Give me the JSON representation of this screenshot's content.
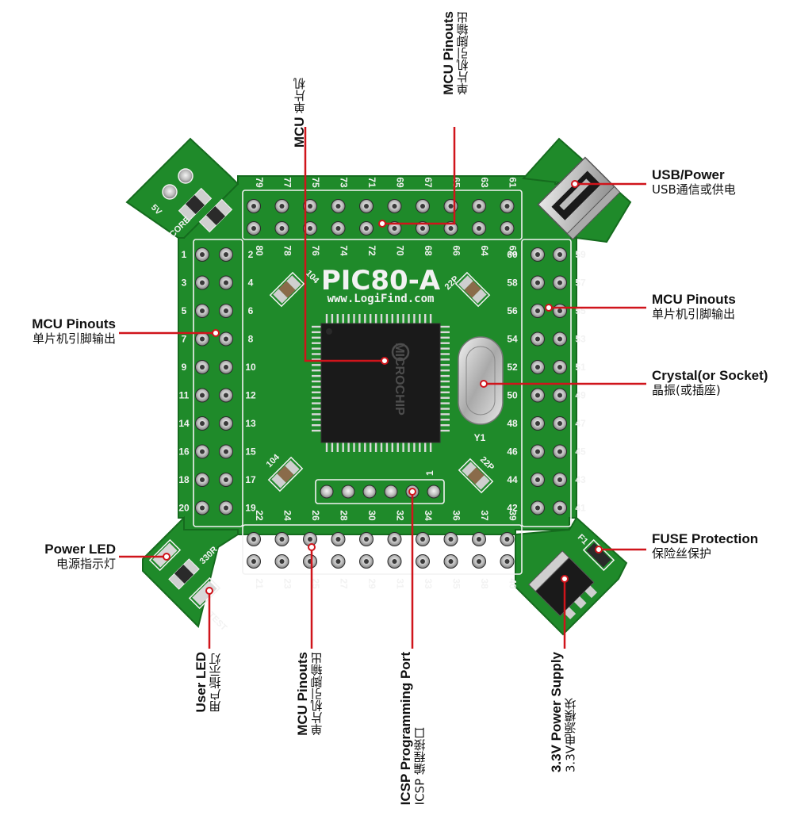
{
  "board": {
    "title": "PIC80-A",
    "url": "www.LogiFind.com",
    "chip_brand": "MICROCHIP",
    "silk": {
      "core": "CORE",
      "r330": "330R",
      "test": "TEST",
      "c104_top": "104",
      "c104_bottom": "104",
      "c22p_top": "22P",
      "c22p_bottom": "22P",
      "y1": "Y1",
      "f1": "F1",
      "vdd": "5V",
      "icsp_pin": "1"
    },
    "pins": {
      "top_upper": [
        "79",
        "77",
        "75",
        "73",
        "71",
        "69",
        "67",
        "65",
        "63",
        "61"
      ],
      "top_lower": [
        "80",
        "78",
        "76",
        "74",
        "72",
        "70",
        "68",
        "66",
        "64",
        "62"
      ],
      "left_outer": [
        "1",
        "3",
        "5",
        "7",
        "9",
        "11",
        "14",
        "16",
        "18",
        "20"
      ],
      "left_inner": [
        "2",
        "4",
        "6",
        "8",
        "10",
        "12",
        "13",
        "15",
        "17",
        "19"
      ],
      "right_inner": [
        "60",
        "58",
        "56",
        "54",
        "52",
        "50",
        "48",
        "46",
        "44",
        "42"
      ],
      "right_outer": [
        "59",
        "57",
        "55",
        "53",
        "51",
        "49",
        "47",
        "45",
        "43",
        "41"
      ],
      "bottom_upper": [
        "22",
        "24",
        "26",
        "28",
        "30",
        "32",
        "34",
        "36",
        "37",
        "39"
      ],
      "bottom_lower": [
        "21",
        "23",
        "25",
        "27",
        "29",
        "31",
        "33",
        "35",
        "38",
        "40"
      ]
    }
  },
  "labels": {
    "mcu_top": {
      "en": "MCU",
      "zh": "单片机"
    },
    "mcu_pinouts_top": {
      "en": "MCU Pinouts",
      "zh": "单片机引脚输出"
    },
    "usb_power": {
      "en": "USB/Power",
      "zh": "USB通信或供电"
    },
    "mcu_pinouts_right": {
      "en": "MCU Pinouts",
      "zh": "单片机引脚输出"
    },
    "crystal": {
      "en": "Crystal(or Socket)",
      "zh": "晶振(或插座)"
    },
    "mcu_pinouts_left": {
      "en": "MCU Pinouts",
      "zh": "单片机引脚输出"
    },
    "power_led": {
      "en": "Power LED",
      "zh": "电源指示灯"
    },
    "fuse": {
      "en": "FUSE Protection",
      "zh": "保险丝保护"
    },
    "user_led": {
      "en": "User LED",
      "zh": "用户指示灯"
    },
    "mcu_pinouts_bottom": {
      "en": "MCU Pinouts",
      "zh": "单片机引脚输出"
    },
    "icsp": {
      "en": "ICSP Programming Port",
      "zh": "ICSP 编程接口"
    },
    "power_supply": {
      "en": "3.3V Power Supply",
      "zh": "3.3V电源模块"
    }
  },
  "colors": {
    "pcb": "#1f8a2a",
    "pcb_dark": "#156b1e",
    "silk": "#f2f2f2",
    "pad": "#c9c9c9",
    "chip": "#1a1a1a",
    "callout": "#d0141b"
  }
}
